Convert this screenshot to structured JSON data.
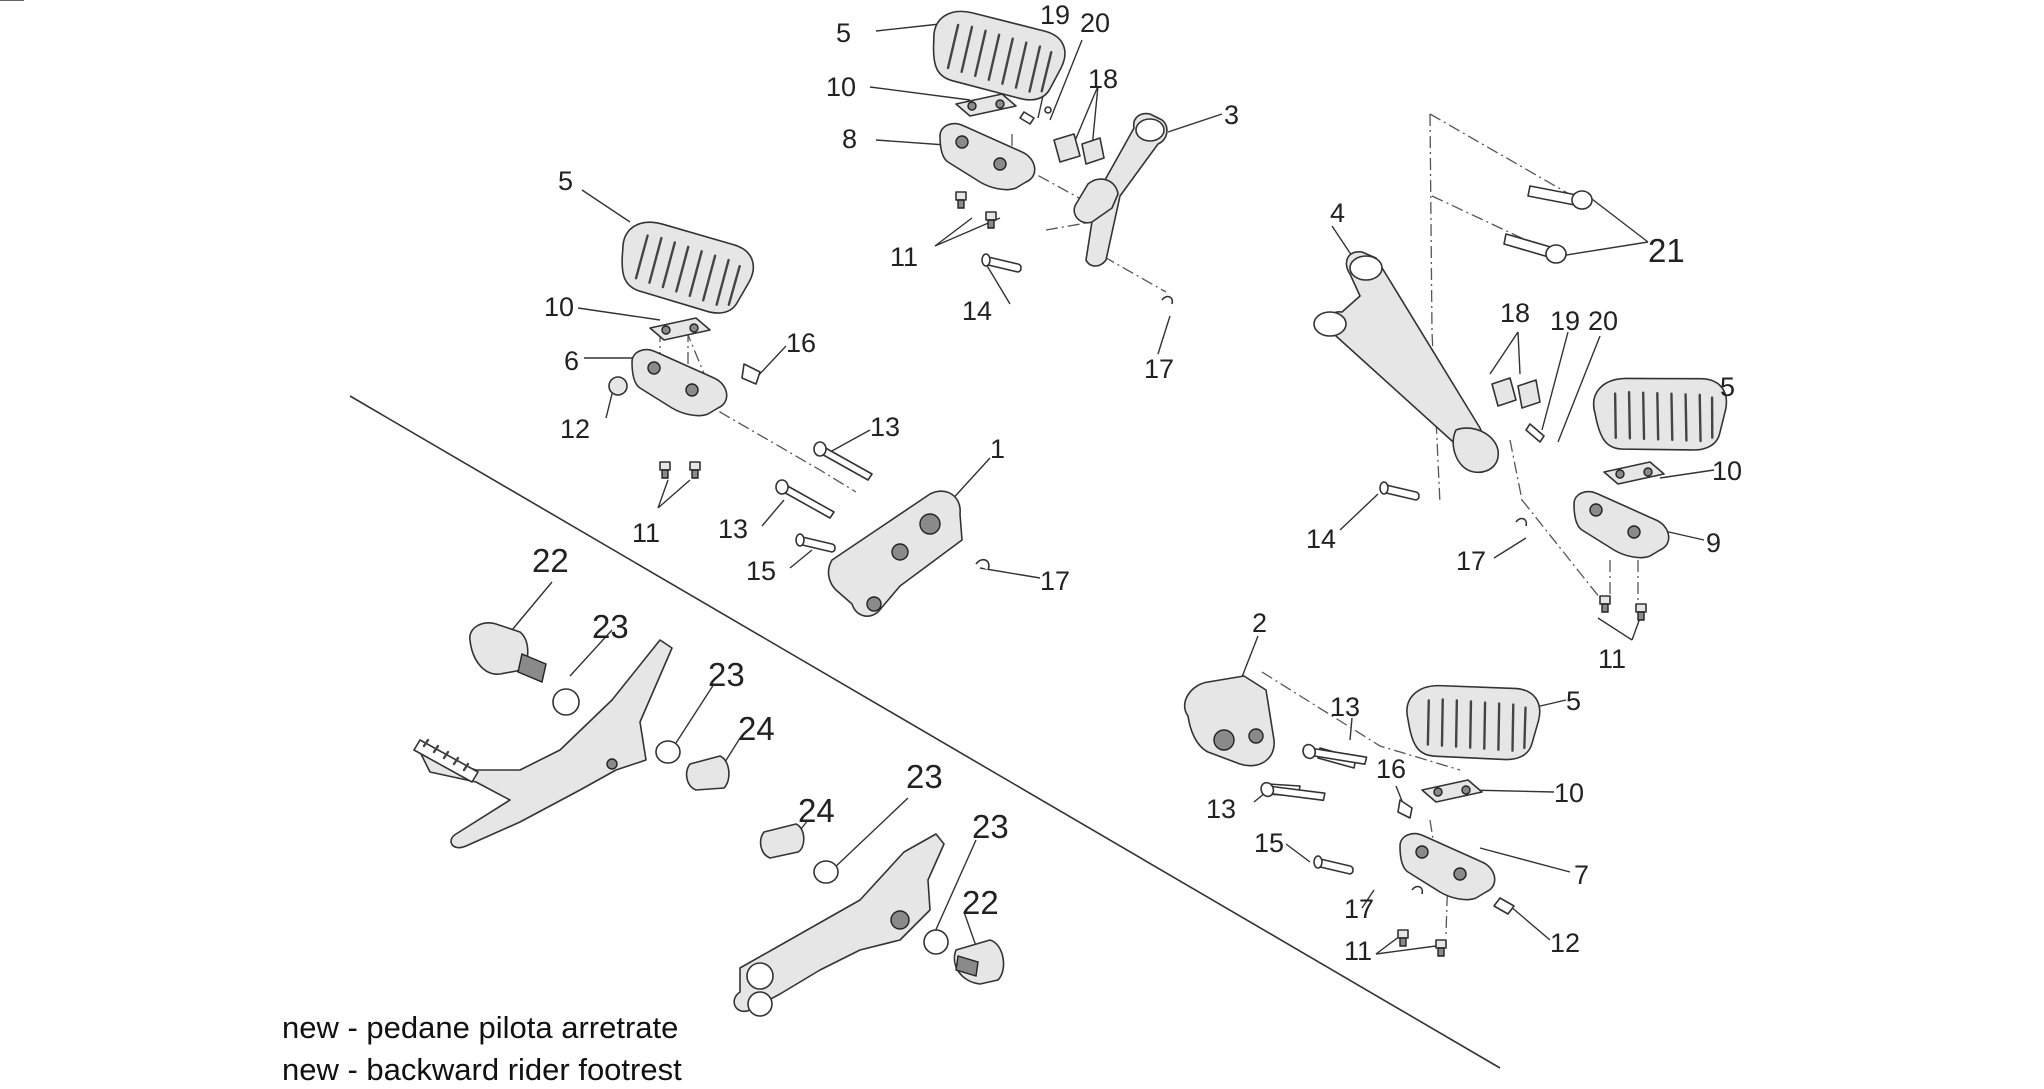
{
  "callouts": [
    {
      "label": "5"
    },
    {
      "label": "10"
    },
    {
      "label": "19"
    },
    {
      "label": "20"
    },
    {
      "label": "18"
    },
    {
      "label": "3"
    },
    {
      "label": "8"
    },
    {
      "label": "11"
    },
    {
      "label": "14"
    },
    {
      "label": "17"
    },
    {
      "label": "5"
    },
    {
      "label": "10"
    },
    {
      "label": "6"
    },
    {
      "label": "16"
    },
    {
      "label": "12"
    },
    {
      "label": "11"
    },
    {
      "label": "13"
    },
    {
      "label": "13"
    },
    {
      "label": "1"
    },
    {
      "label": "15"
    },
    {
      "label": "17"
    },
    {
      "label": "4"
    },
    {
      "label": "21"
    },
    {
      "label": "18"
    },
    {
      "label": "19"
    },
    {
      "label": "20"
    },
    {
      "label": "5"
    },
    {
      "label": "10"
    },
    {
      "label": "9"
    },
    {
      "label": "14"
    },
    {
      "label": "17"
    },
    {
      "label": "11"
    },
    {
      "label": "2"
    },
    {
      "label": "13"
    },
    {
      "label": "5"
    },
    {
      "label": "16"
    },
    {
      "label": "10"
    },
    {
      "label": "13"
    },
    {
      "label": "15"
    },
    {
      "label": "7"
    },
    {
      "label": "17"
    },
    {
      "label": "12"
    },
    {
      "label": "11"
    },
    {
      "label": "22"
    },
    {
      "label": "23"
    },
    {
      "label": "23"
    },
    {
      "label": "24"
    },
    {
      "label": "23"
    },
    {
      "label": "24"
    },
    {
      "label": "23"
    },
    {
      "label": "22"
    }
  ],
  "notes": {
    "line1": "new - pedane pilota arretrate",
    "line2": "new - backward rider footrest"
  }
}
